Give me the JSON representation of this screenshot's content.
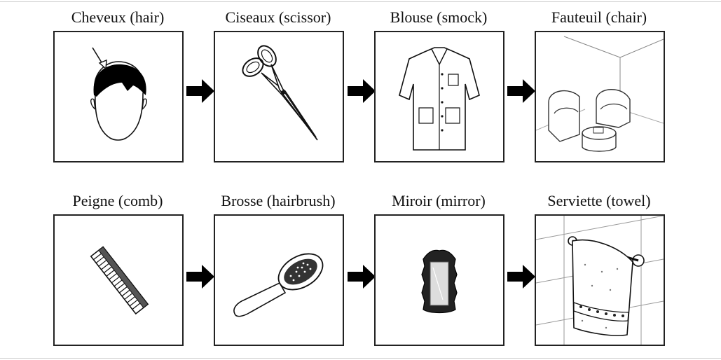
{
  "steps": [
    {
      "label": "Cheveux (hair)",
      "icon": "hair-head-icon"
    },
    {
      "label": "Ciseaux (scissor)",
      "icon": "scissors-icon"
    },
    {
      "label": "Blouse (smock)",
      "icon": "smock-icon"
    },
    {
      "label": "Fauteuil (chair)",
      "icon": "armchairs-icon"
    },
    {
      "label": "Peigne (comb)",
      "icon": "comb-icon"
    },
    {
      "label": "Brosse (hairbrush)",
      "icon": "hairbrush-icon"
    },
    {
      "label": "Miroir (mirror)",
      "icon": "mirror-icon"
    },
    {
      "label": "Serviette (towel)",
      "icon": "towel-icon"
    }
  ],
  "connector_icon": "right-arrow-icon"
}
